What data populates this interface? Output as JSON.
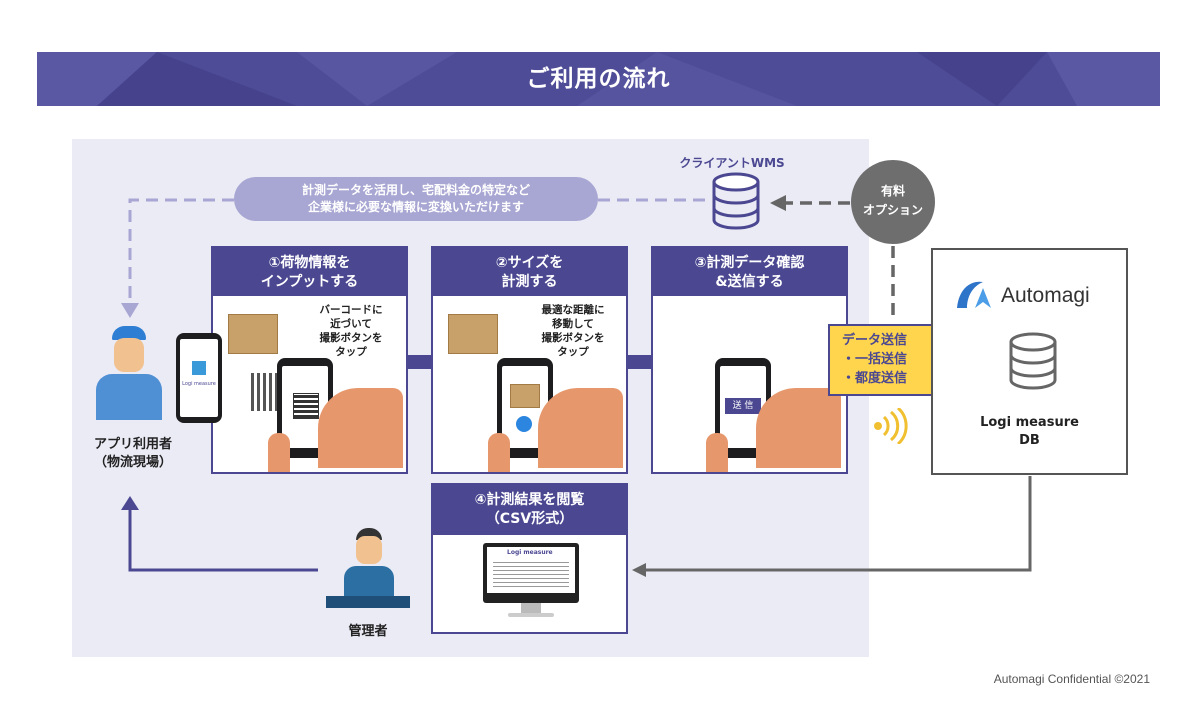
{
  "header": {
    "title": "ご利用の流れ"
  },
  "info_note": {
    "line1": "計測データを活用し、宅配料金の特定など",
    "line2": "企業様に必要な情報に変換いただけます"
  },
  "client_wms": {
    "label": "クライアントWMS"
  },
  "paid_option": {
    "line1": "有料",
    "line2": "オプション"
  },
  "steps": [
    {
      "title_line1": "①荷物情報を",
      "title_line2": "インプットする",
      "note": [
        "バーコードに",
        "近づいて",
        "撮影ボタンを",
        "タップ"
      ]
    },
    {
      "title_line1": "②サイズを",
      "title_line2": "計測する",
      "note": [
        "最適な距離に",
        "移動して",
        "撮影ボタンを",
        "タップ"
      ]
    },
    {
      "title_line1": "③計測データ確認",
      "title_line2": "&送信する",
      "screen_button": "送 信"
    },
    {
      "title_line1": "④計測結果を閲覧",
      "title_line2": "（CSV形式）"
    }
  ],
  "app_user": {
    "line1": "アプリ利用者",
    "line2": "（物流現場）"
  },
  "phone_app_label": "Logi measure",
  "admin": {
    "label": "管理者"
  },
  "data_send": {
    "line1": "データ送信",
    "line2": "・一括送信",
    "line3": "・都度送信"
  },
  "automagi": {
    "logo_text": "Automagi",
    "db_line1": "Logi measure",
    "db_line2": "DB"
  },
  "monitor_label": "Logi measure",
  "footer": {
    "text": "Automagi Confidential ©2021"
  },
  "colors": {
    "navy": "#4b4891",
    "panel": "#ebebf6",
    "lavender_line": "#a8a6d2",
    "yellow": "#ffd54d",
    "gray": "#6e6e6e"
  }
}
